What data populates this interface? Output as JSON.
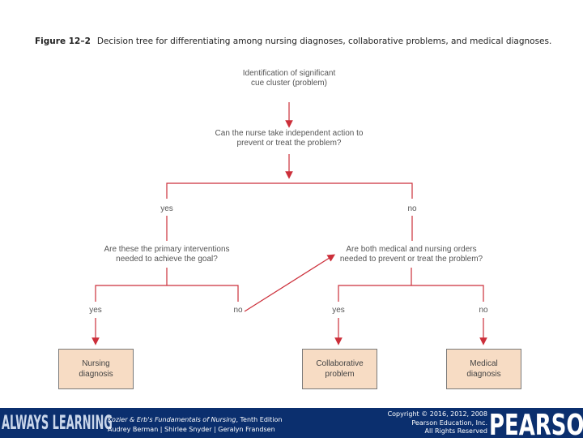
{
  "caption": {
    "figure_label": "Figure 12–2",
    "text": "Decision tree for differentiating among nursing diagnoses, collaborative problems, and medical diagnoses."
  },
  "diagram": {
    "root": "Identification of significant cue cluster (problem)",
    "question1": "Can the nurse take independent action to prevent or treat the problem?",
    "yes1": "yes",
    "no1": "no",
    "question2": "Are these the primary interventions needed to achieve the goal?",
    "question3": "Are both medical and nursing orders needed to prevent or treat the problem?",
    "yes2": "yes",
    "no2": "no",
    "yes3": "yes",
    "no3": "no",
    "outcome_nursing": "Nursing diagnosis",
    "outcome_collaborative": "Collaborative problem",
    "outcome_medical": "Medical diagnosis",
    "colors": {
      "arrow": "#cc2f3a",
      "box_fill": "#f7dcc4",
      "box_border": "#7a7a7a"
    }
  },
  "footer": {
    "tagline": "ALWAYS LEARNING",
    "book_title": "Kozier & Erb's Fundamentals of Nursing",
    "edition": ", Tenth Edition",
    "authors": "Audrey Berman | Shirlee Snyder | Geralyn Frandsen",
    "copyright_line1": "Copyright © 2016, 2012, 2008",
    "copyright_line2": "Pearson Education, Inc.",
    "copyright_line3": "All Rights Reserved",
    "brand": "PEARSON",
    "background": "#0b2f6e"
  }
}
